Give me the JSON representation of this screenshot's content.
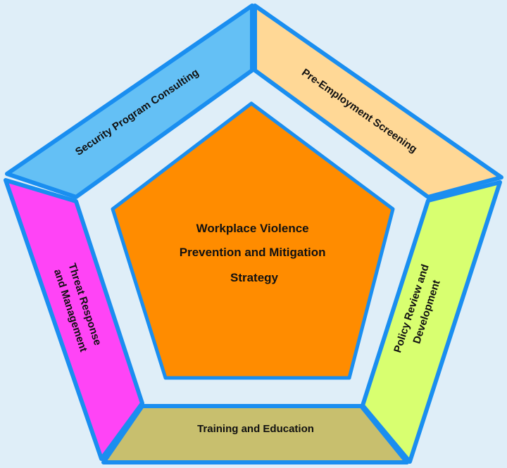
{
  "center": {
    "lines": [
      "Workplace Violence",
      "Prevention and Mitigation",
      "Strategy"
    ],
    "color": "#ff8c00"
  },
  "segments": {
    "top_left": {
      "lines": [
        "Security Program Consulting"
      ],
      "color": "#64c0f5"
    },
    "top_right": {
      "lines": [
        "Pre-Employment Screening"
      ],
      "color": "#ffd896"
    },
    "right": {
      "lines": [
        "Policy Review and",
        "Development"
      ],
      "color": "#d8ff70"
    },
    "bottom": {
      "lines": [
        "Training and Education"
      ],
      "color": "#c8bf6e"
    },
    "left": {
      "lines": [
        "Threat Response",
        "and Management"
      ],
      "color": "#ff44f6"
    }
  },
  "colors": {
    "background": "#dfeef8",
    "border": "#1a8ef0"
  }
}
